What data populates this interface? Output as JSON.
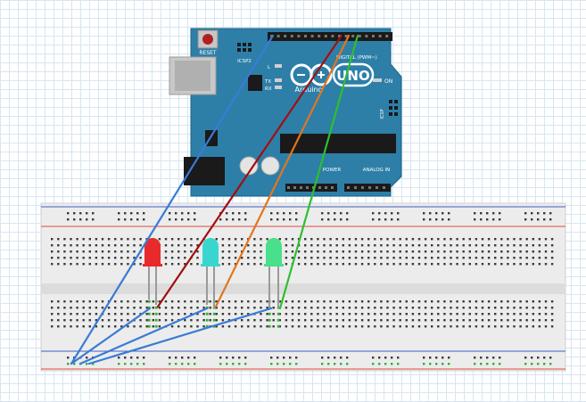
{
  "board": {
    "reset_label": "RESET",
    "icsp2_label": "ICSP2",
    "icsp_label": "ICSP",
    "logo_label": "UNO",
    "brand_label": "Arduino",
    "digital_header_label": "DIGITAL (PWM~)",
    "power_header_label": "POWER",
    "analog_header_label": "ANALOG IN",
    "on_label": "ON",
    "l_label": "L",
    "tx_label": "TX",
    "rx_label": "RX",
    "led_colors": {
      "tx": "#cfcfcf",
      "rx": "#cfcfcf",
      "l": "#cfcfcf",
      "on": "#cfcfcf"
    }
  },
  "breadboard": {
    "top_rail_pos_color": "#e04a3f",
    "top_rail_neg_color": "#3f5fc8",
    "bottom_rail_pos_color": "#3f5fc8",
    "bottom_rail_neg_color": "#e04a3f"
  },
  "leds": [
    {
      "name": "red-led",
      "color": "#e82a2a"
    },
    {
      "name": "cyan-led",
      "color": "#39d6d0"
    },
    {
      "name": "green-led",
      "color": "#48e08a"
    }
  ],
  "wires": [
    {
      "name": "ground-wire",
      "color": "#3a7bd5"
    },
    {
      "name": "red-wire",
      "color": "#a01010"
    },
    {
      "name": "orange-wire",
      "color": "#e2761e"
    },
    {
      "name": "green-wire",
      "color": "#2ebf2e"
    },
    {
      "name": "ground-jumper",
      "color": "#3a7bd5"
    }
  ]
}
